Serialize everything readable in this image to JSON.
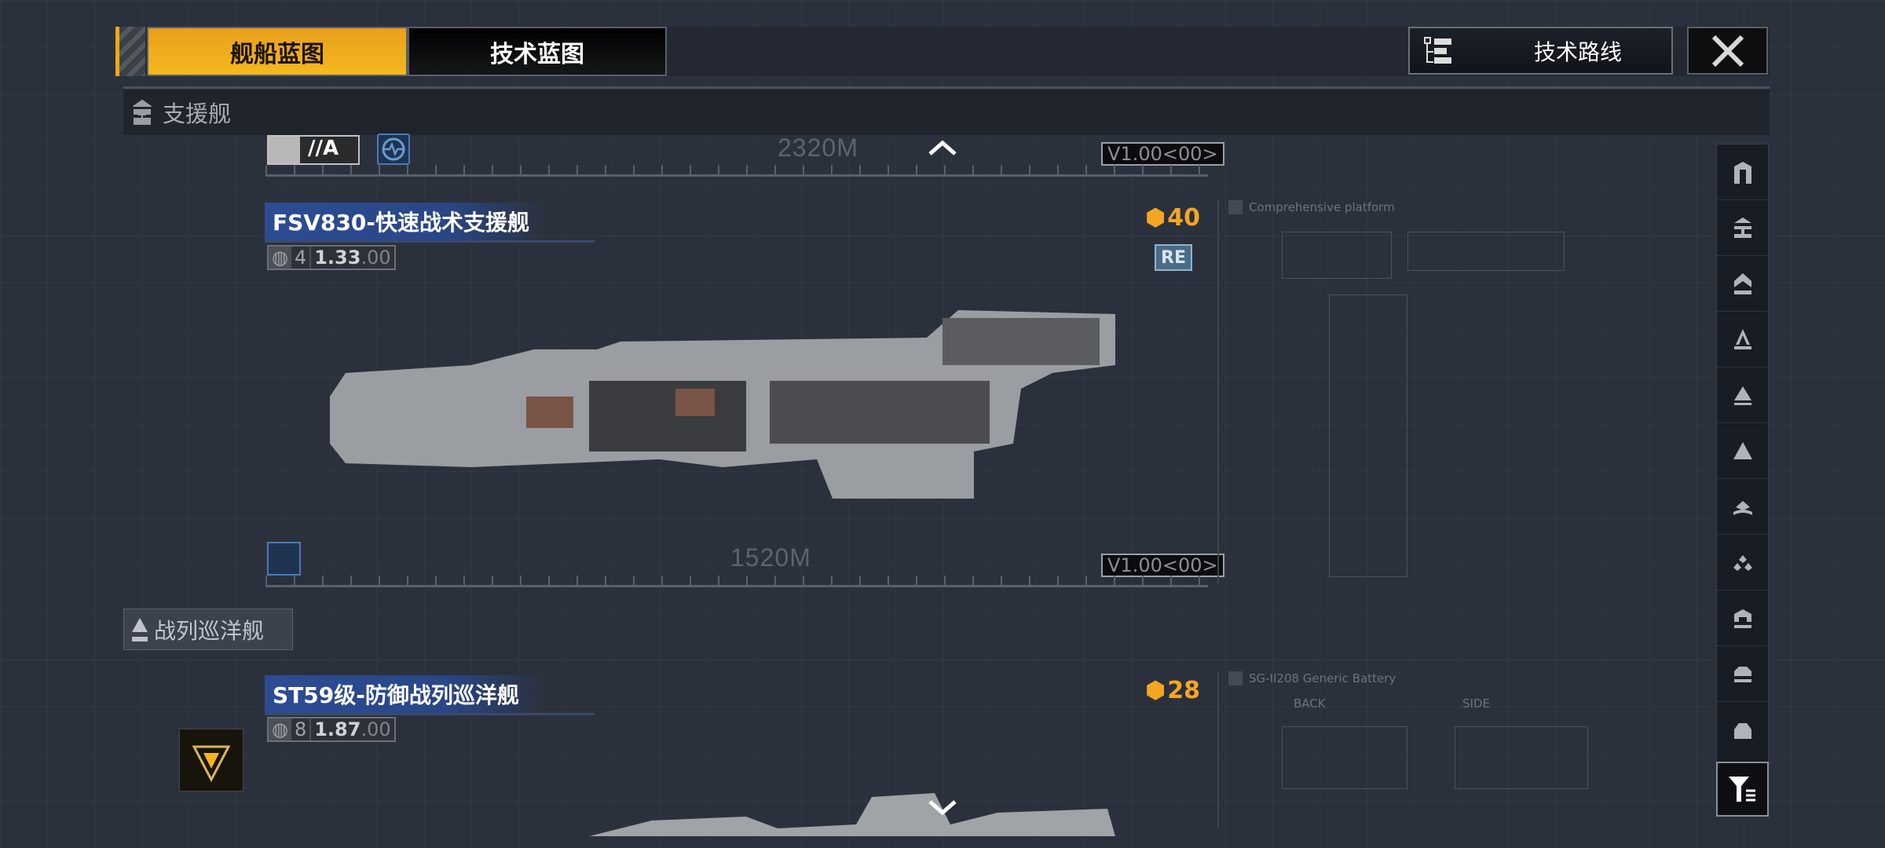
{
  "tabs": [
    {
      "label": "舰船蓝图",
      "active": true
    },
    {
      "label": "技术蓝图",
      "active": false
    }
  ],
  "tech_route_label": "技术路线",
  "category_header": "支援舰",
  "category_2": "战列巡洋舰",
  "ships": [
    {
      "name": "FSV830-快速战术支援舰",
      "stat_a": "4",
      "stat_b": "1.33",
      "stat_c": ".00",
      "score": "40",
      "badge": "RE",
      "scale_top": "2320M",
      "scale_bottom": "1520M",
      "version": "V1.00<00>",
      "tag": "//A",
      "blueprint_label": "Comprehensive platform"
    },
    {
      "name": "ST59级-防御战列巡洋舰",
      "stat_a": "8",
      "stat_b": "1.87",
      "stat_c": ".00",
      "score": "28",
      "blueprint_label": "SG-II208 Generic Battery",
      "bp_back": "BACK",
      "bp_side": "SIDE"
    }
  ],
  "sidebar_icons": [
    "carrier-icon",
    "support-icon",
    "battlecruiser-icon",
    "cruiser-icon",
    "destroyer-icon",
    "frigate-icon",
    "corvette-icon",
    "fighter-icon",
    "station-icon",
    "hangar-icon",
    "dome-icon"
  ],
  "colors": {
    "accent": "#f0a81c",
    "title_blue": "#2c4c94",
    "score": "#f5a623"
  }
}
